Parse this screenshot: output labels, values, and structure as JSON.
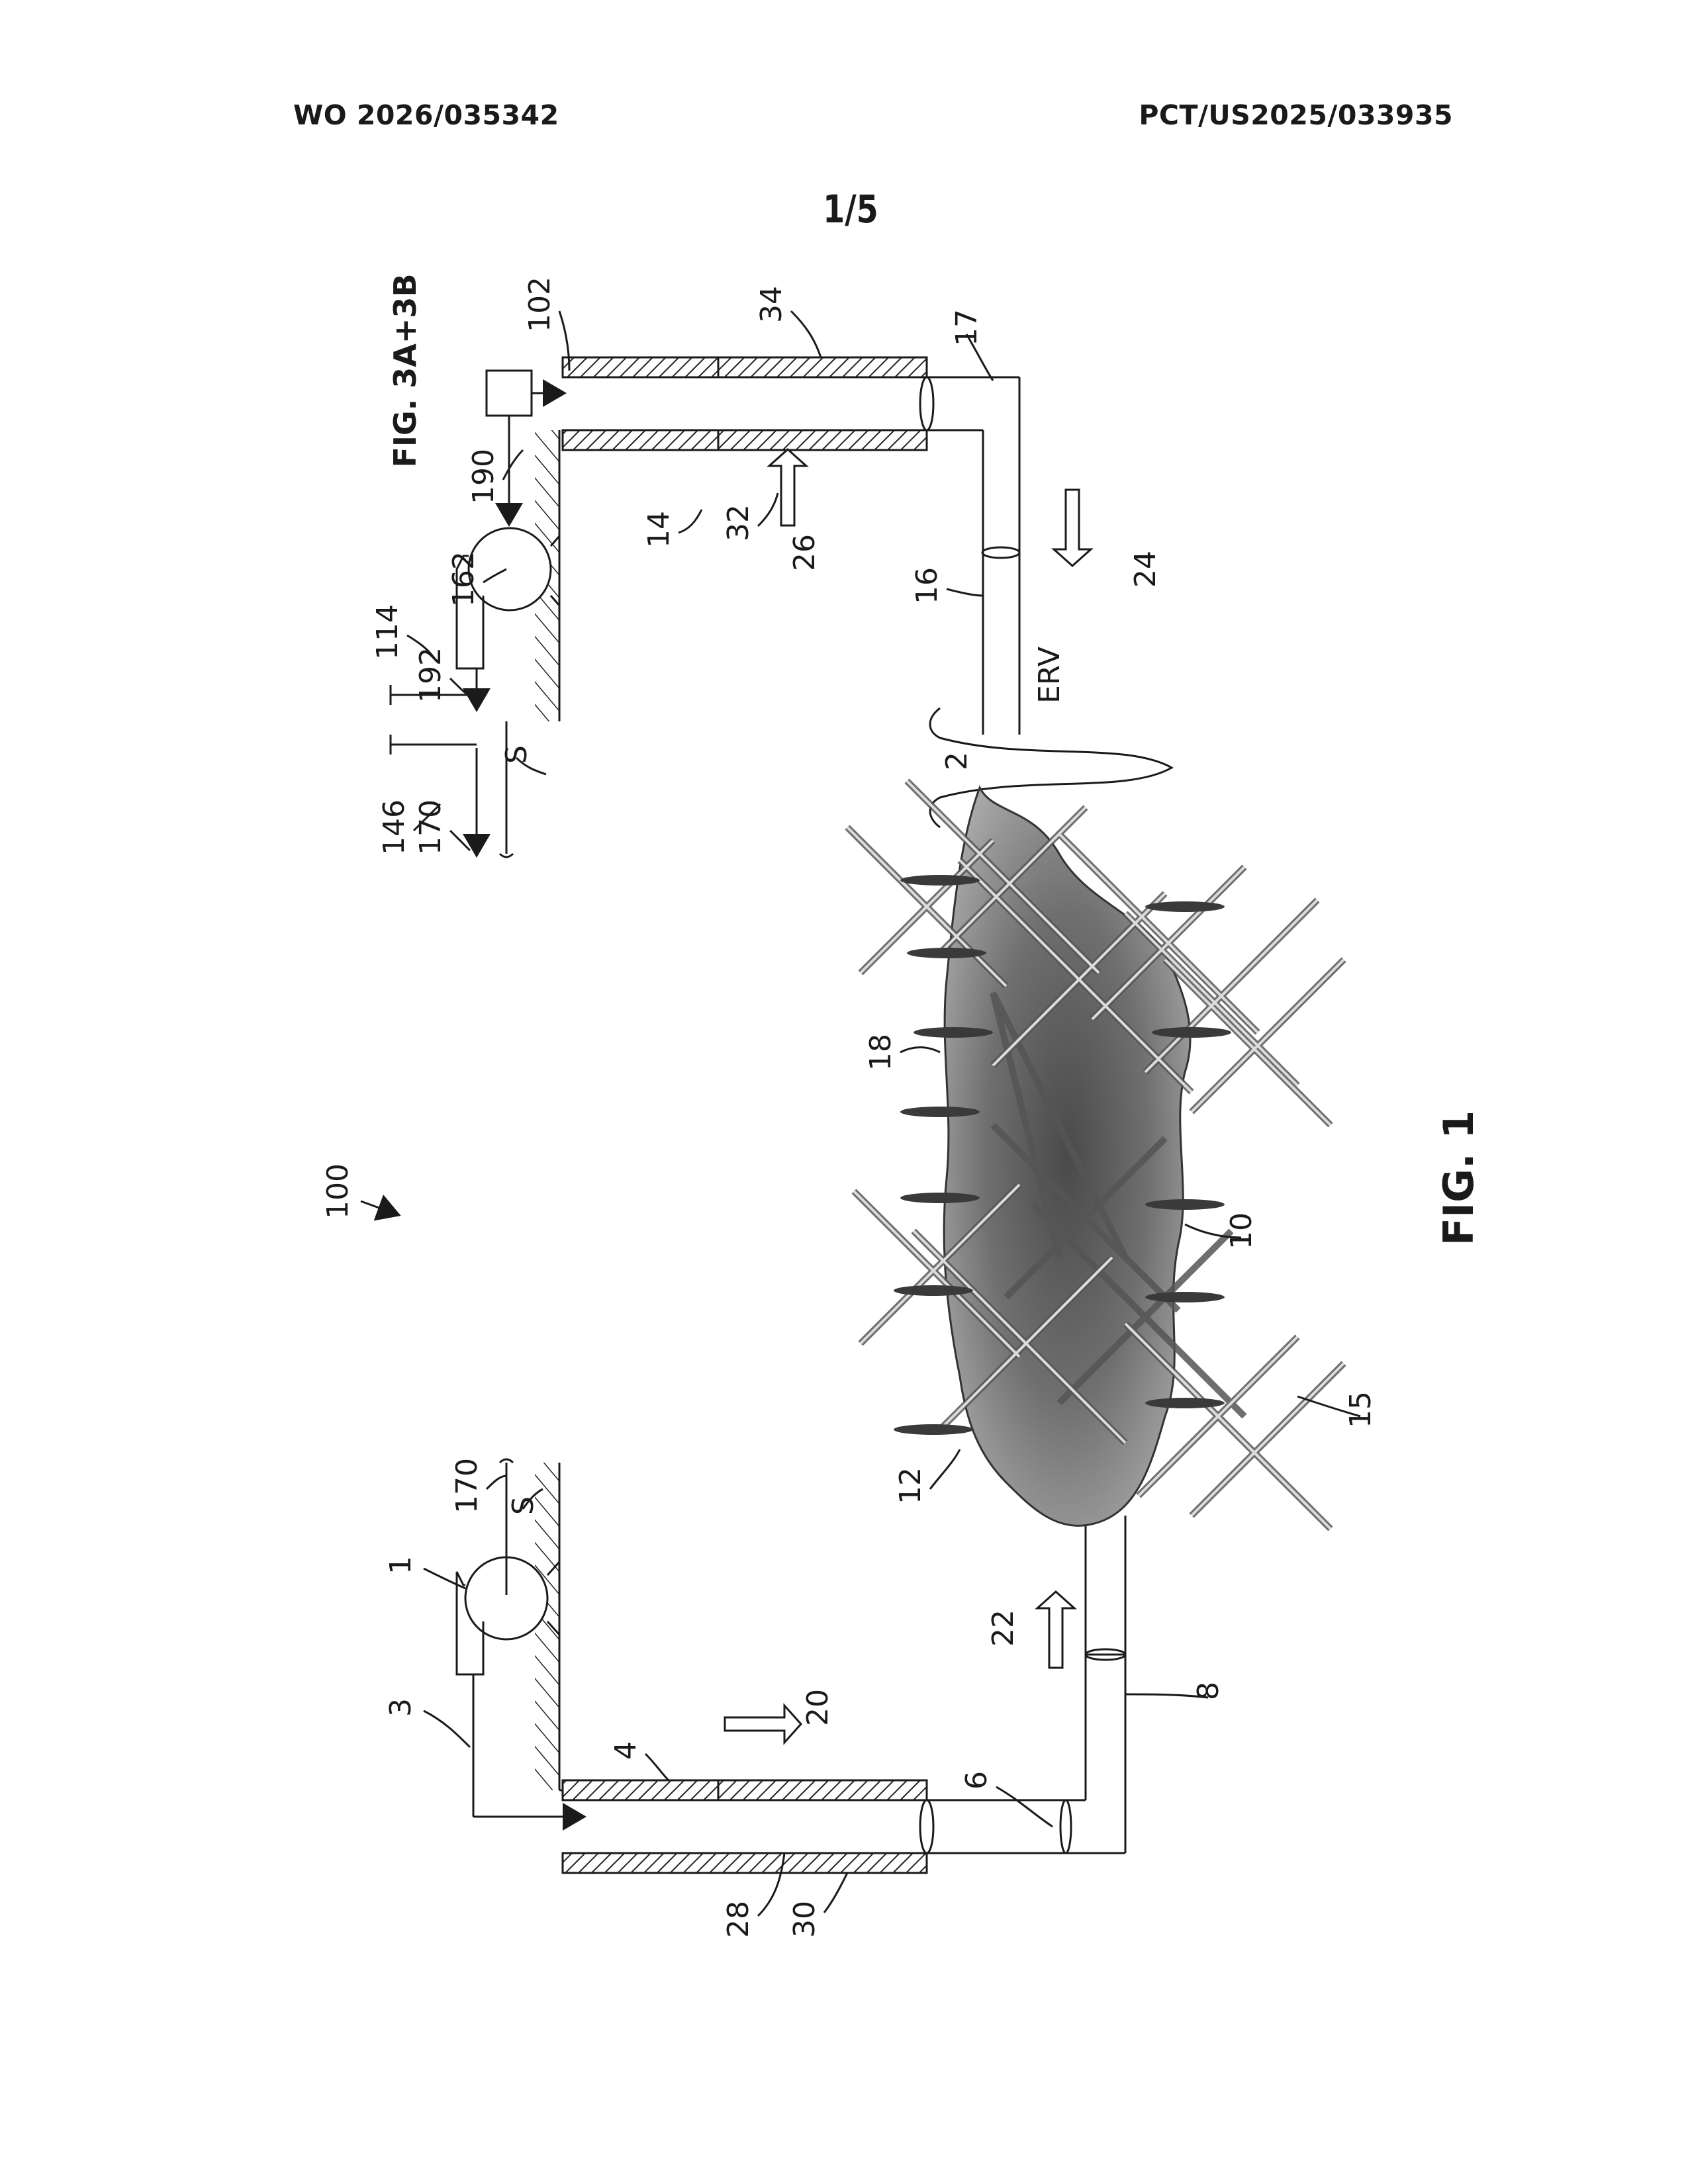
{
  "header": {
    "publication_number": "WO 2026/035342",
    "application_number": "PCT/US2025/033935"
  },
  "sheet": {
    "label": "1/5"
  },
  "figure": {
    "title": "FIG. 1",
    "reference_to_other_figures": "FIG. 3A+3B",
    "system_number": "100",
    "labels": {
      "pump_left": "1",
      "fracture_region": "2",
      "line_3": "3",
      "casing_4": "4",
      "well_6": "6",
      "lateral_8": "8",
      "fractures_10": "10",
      "network_12": "12",
      "casing_14": "14",
      "fracture_net_15": "15",
      "lateral_16": "16",
      "well_17": "17",
      "proppant_18": "18",
      "flow_20": "20",
      "flow_22": "22",
      "flow_24": "24",
      "flow_26": "26",
      "bore_28": "28",
      "casing_30": "30",
      "bore_32": "32",
      "casing_34": "34",
      "block_102": "102",
      "line_114": "114",
      "line_146": "146",
      "pump_162": "162",
      "line_170_left": "170",
      "line_170_right": "170",
      "line_190": "190",
      "line_192": "192",
      "surface_left": "S",
      "surface_right": "S",
      "erv": "ERV"
    }
  }
}
